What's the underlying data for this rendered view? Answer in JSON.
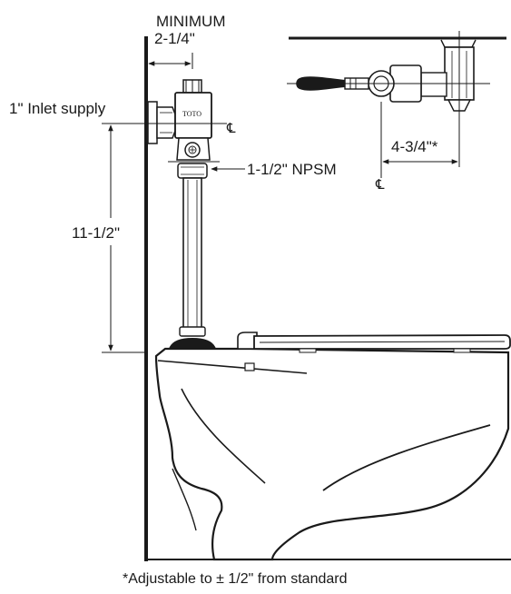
{
  "labels": {
    "minimum": "MINIMUM",
    "min_dim": "2-1/4\"",
    "inlet": "1\" Inlet supply",
    "brand": "TOTO",
    "npsm": "1-1/2\" NPSM",
    "height": "11-1/2\"",
    "offset": "4-3/4\"*",
    "centerline": "℄",
    "footnote": "*Adjustable to ± 1/2\" from standard"
  },
  "colors": {
    "ink": "#1a1a1a",
    "paper": "#ffffff"
  }
}
